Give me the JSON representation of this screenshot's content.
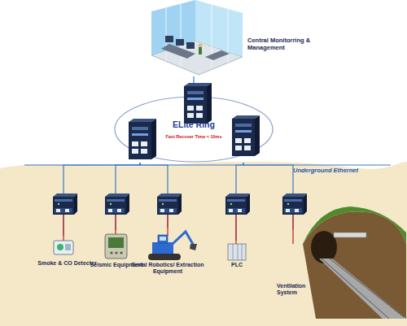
{
  "diagram": {
    "nodes": [
      {
        "text": [
          "Central Monitorring & Management"
        ]
      },
      {
        "text": [
          "ELite Ring",
          "Fast Recover Time < 10ms"
        ]
      },
      {
        "text": [
          "Underground Ethernet"
        ]
      },
      {
        "text": [
          "Smoke & CO Detecter"
        ],
        "in": 2
      },
      {
        "text": [
          "Seismic Equipment"
        ],
        "in": 2
      },
      {
        "text": [
          "Serial Robotics/ Extraction Equipment"
        ],
        "in": 2
      },
      {
        "text": [
          "PLC"
        ],
        "in": 2
      },
      {
        "text": [
          "Ventilation System"
        ],
        "in": 2
      }
    ],
    "edges": [
      {
        "from": 0,
        "to": 1,
        "arrow": "none"
      },
      {
        "from": 1,
        "to": 3,
        "arrow": "none"
      },
      {
        "from": 1,
        "to": 4,
        "arrow": "none"
      },
      {
        "from": 1,
        "to": 5,
        "arrow": "none"
      },
      {
        "from": 1,
        "to": 6,
        "arrow": "none"
      },
      {
        "from": 1,
        "to": 7,
        "arrow": "none"
      }
    ]
  }
}
